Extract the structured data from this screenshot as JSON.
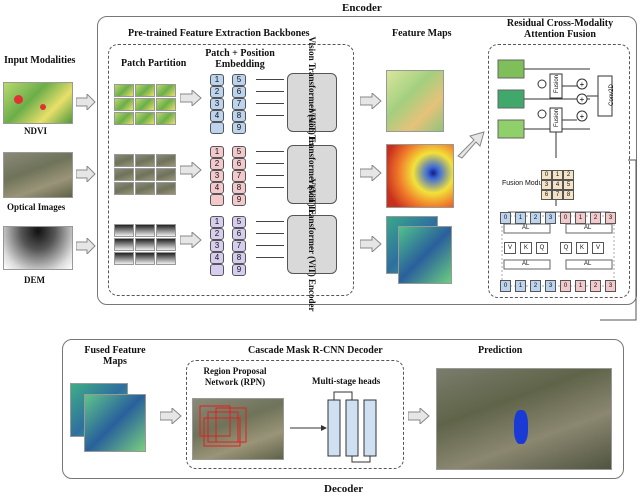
{
  "titles": {
    "encoder": "Encoder",
    "decoder": "Decoder",
    "backbones": "Pre-trained Feature Extraction Backbones",
    "feature_maps": "Feature Maps",
    "rcmaf": "Residual Cross-Modality Attention Fusion",
    "input_modalities": "Input Modalities",
    "patch_partition": "Patch Partition",
    "patch_embedding": "Patch + Position Embedding",
    "fused_feature_maps": "Fused Feature Maps",
    "cascade": "Cascade Mask R-CNN Decoder",
    "prediction": "Prediction",
    "rpn": "Region Proposal Network (RPN)",
    "multistage": "Multi-stage heads"
  },
  "modalities": [
    "NDVI",
    "Optical Images",
    "DEM"
  ],
  "vit_label": "Vision Transformer (ViT) Encoder",
  "tokens": [
    [
      "1",
      "5"
    ],
    [
      "2",
      "6"
    ],
    [
      "3",
      "7"
    ],
    [
      "4",
      "8"
    ],
    [
      "",
      "9"
    ]
  ],
  "fusion": {
    "fusion_label": "Fusion",
    "conv_label": "Conv2D",
    "module_label": "Fusion Module",
    "grid": [
      "0",
      "1",
      "2",
      "3",
      "4",
      "5",
      "6",
      "7",
      "8"
    ],
    "al_label": "AL",
    "qkv": [
      "V",
      "K",
      "Q",
      "Q",
      "K",
      "V"
    ],
    "seq_top": [
      "0",
      "1",
      "2",
      "3",
      "0",
      "1",
      "2",
      "3"
    ]
  },
  "colors": {
    "ndvi_token": "#bcd4ee",
    "optical_token": "#f3c9cc",
    "dem_token": "#d7cdef",
    "vit": "#d9d9d9",
    "arrow": "#e6e6e6"
  }
}
